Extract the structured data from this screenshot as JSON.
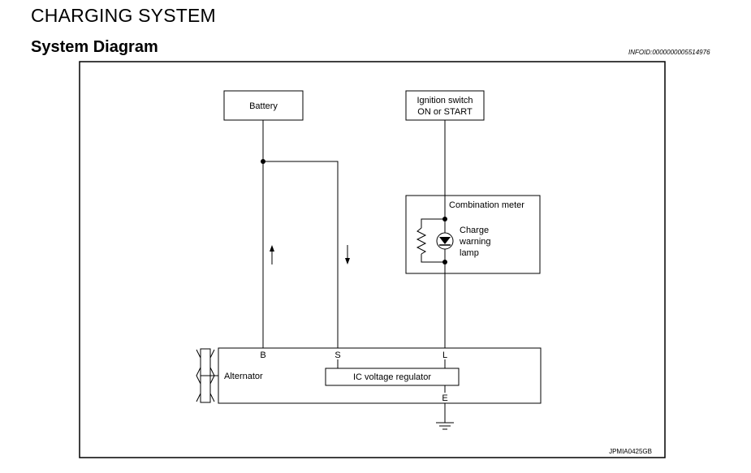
{
  "header": {
    "title": "CHARGING SYSTEM",
    "subtitle": "System Diagram",
    "info_id": "INFOID:0000000005514976"
  },
  "diagram": {
    "battery_label": "Battery",
    "ignition_label_line1": "Ignition switch",
    "ignition_label_line2": "ON or START",
    "combination_meter_label": "Combination meter",
    "lamp_label_line1": "Charge",
    "lamp_label_line2": "warning",
    "lamp_label_line3": "lamp",
    "terminal_b": "B",
    "terminal_s": "S",
    "terminal_l": "L",
    "terminal_e": "E",
    "alternator_label": "Alternator",
    "regulator_label": "IC voltage regulator",
    "figure_code": "JPMIA0425GB"
  }
}
